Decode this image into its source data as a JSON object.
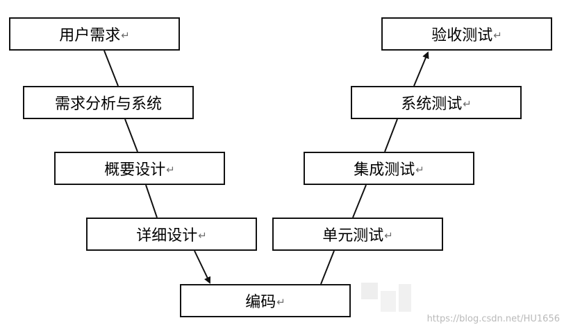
{
  "nodes": {
    "user_requirements": "用户需求",
    "requirements_analysis": "需求分析与系统",
    "architecture_design": "概要设计",
    "detailed_design": "详细设计",
    "coding": "编码",
    "unit_test": "单元测试",
    "integration_test": "集成测试",
    "system_test": "系统测试",
    "acceptance_test": "验收测试"
  },
  "return_mark": "↵",
  "watermark": "https://blog.csdn.net/HU1656",
  "colors": {
    "line": "#111111",
    "text": "#000000",
    "watermark": "#b9b9b9"
  }
}
